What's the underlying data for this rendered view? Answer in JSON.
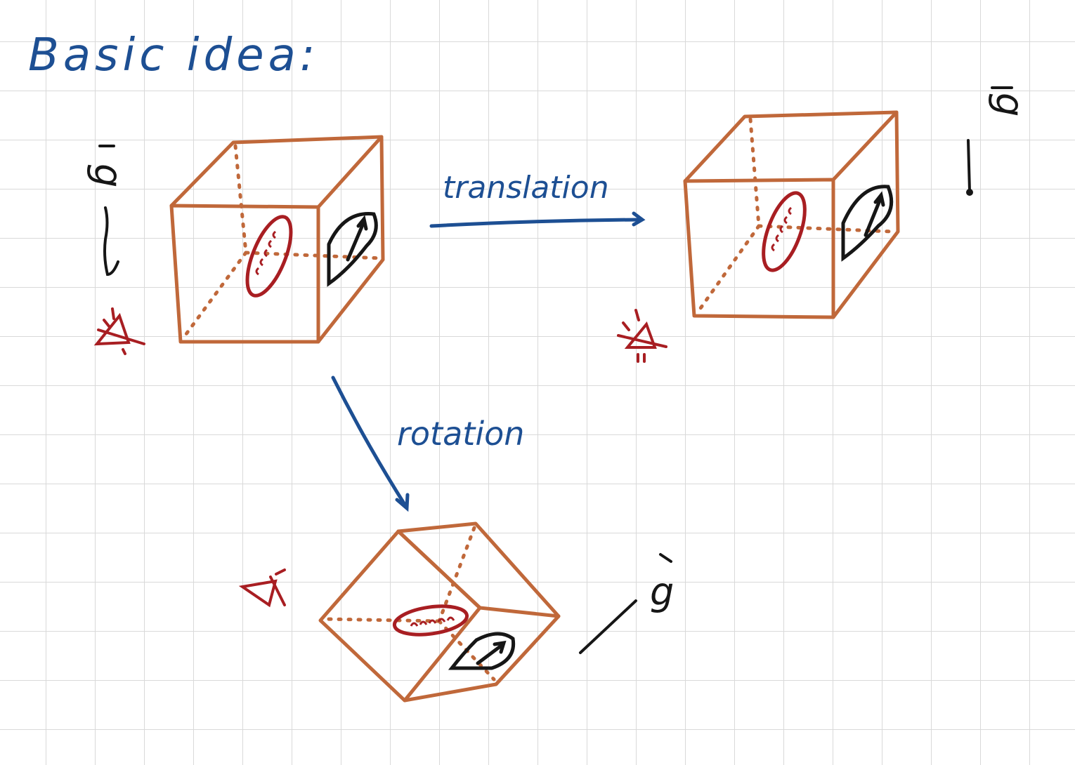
{
  "title": "Basic idea:",
  "labels": {
    "translation": "translation",
    "rotation": "rotation",
    "gravity": "g"
  },
  "colors": {
    "ink_blue": "#1d4f93",
    "cube": "#c0683a",
    "red": "#a81e22",
    "black": "#161616",
    "grid": "#d9d9d9"
  },
  "icons": [
    "eye-icon",
    "gauge-icon",
    "gravity-arrow-icon"
  ]
}
